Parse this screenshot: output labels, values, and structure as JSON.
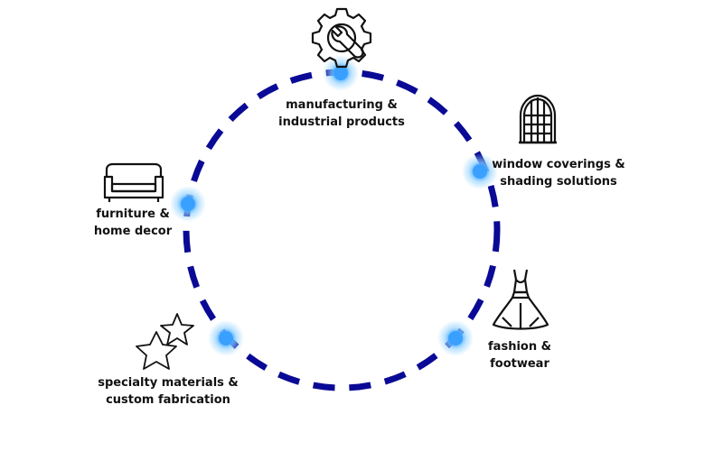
{
  "colors": {
    "ring": "#0a0a96",
    "node": "#3aa0ff",
    "node_glow": "#8fd0ff",
    "icon_stroke": "#111111",
    "text": "#111111"
  },
  "nodes": [
    {
      "id": "manufacturing",
      "lines": [
        "manufacturing &",
        "industrial products"
      ],
      "icon": "gear-wrench-icon"
    },
    {
      "id": "window",
      "lines": [
        "window coverings &",
        "shading solutions"
      ],
      "icon": "arched-window-icon"
    },
    {
      "id": "fashion",
      "lines": [
        "fashion &",
        "footwear"
      ],
      "icon": "dress-icon"
    },
    {
      "id": "specialty",
      "lines": [
        "specialty materials &",
        "custom fabrication"
      ],
      "icon": "stars-icon"
    },
    {
      "id": "furniture",
      "lines": [
        "furniture &",
        "home decor"
      ],
      "icon": "sofa-icon"
    }
  ]
}
